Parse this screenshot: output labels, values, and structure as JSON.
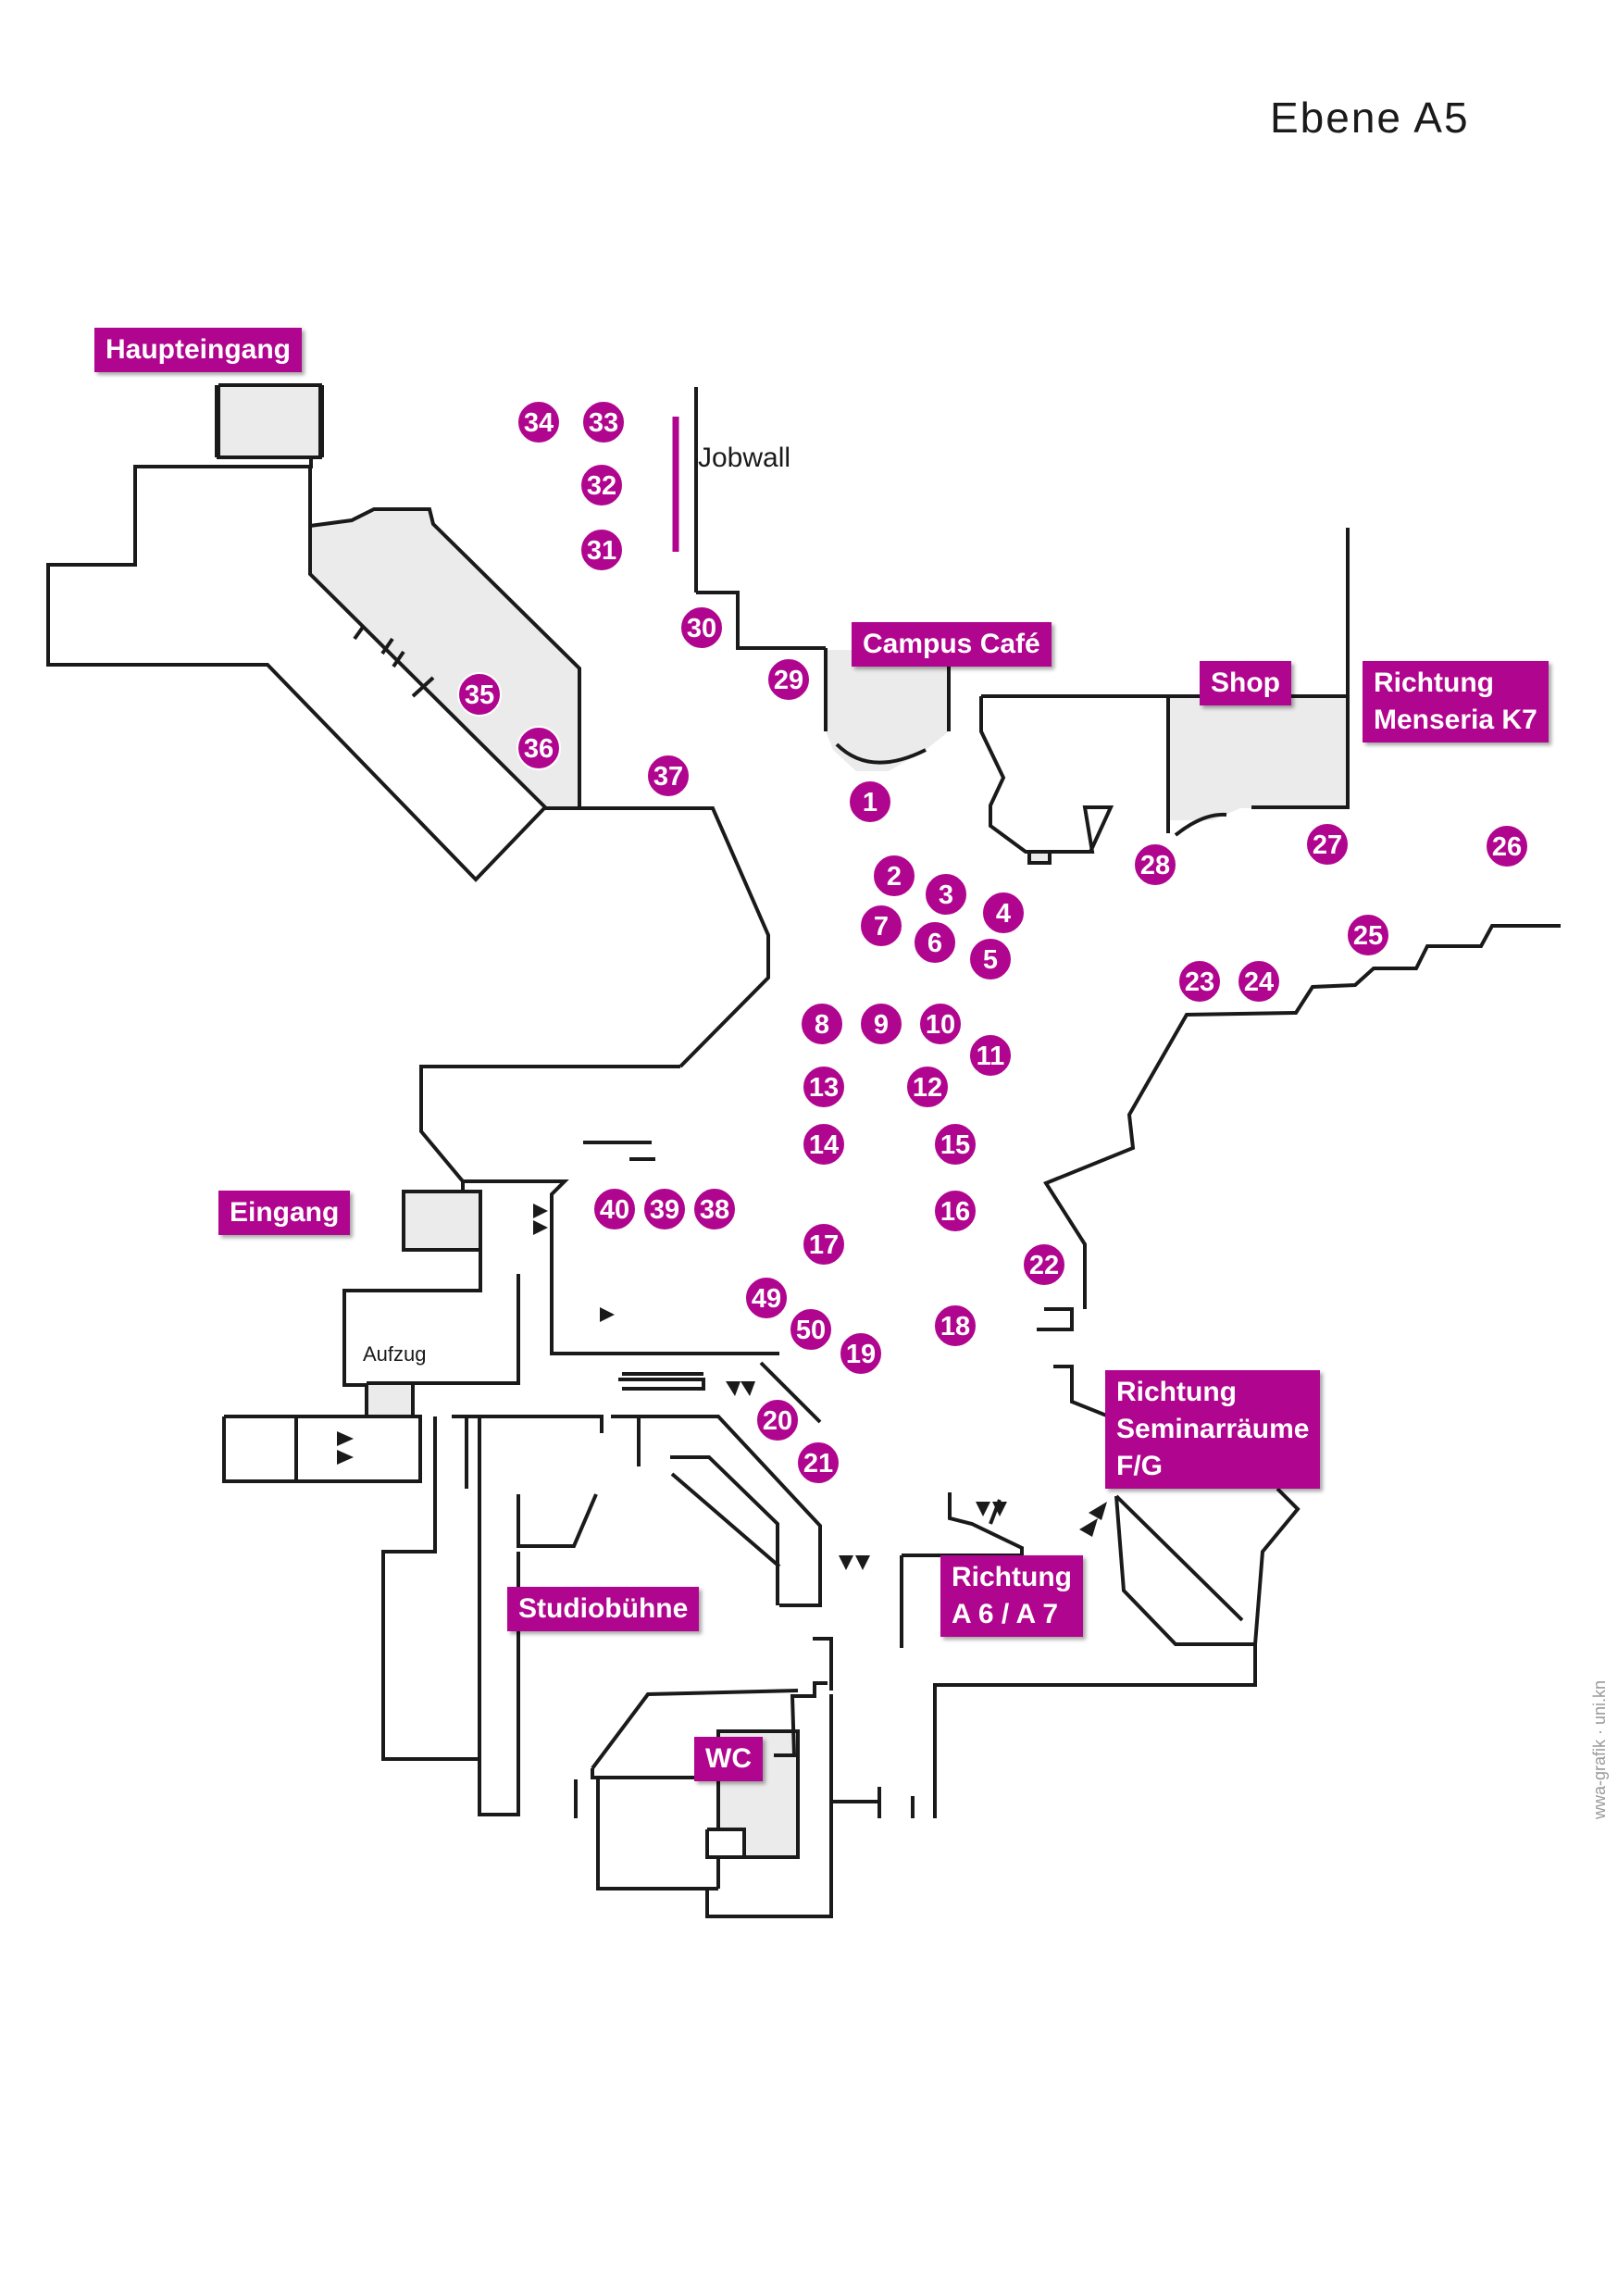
{
  "title": "Ebene A5",
  "labels": {
    "haupteingang": "Haupteingang",
    "campus_cafe": "Campus Café",
    "shop": "Shop",
    "richtung_menseria": "Richtung\nMenseria K7",
    "eingang": "Eingang",
    "richtung_seminar": "Richtung\nSeminarräume\nF/G",
    "richtung_a6a7": "Richtung\nA 6 / A 7",
    "studiobuehne": "Studiobühne",
    "wc": "WC"
  },
  "annotations": {
    "jobwall": "Jobwall",
    "aufzug": "Aufzug"
  },
  "credit": "wwa-grafik · uni.kn",
  "marker_numbers": [
    "1",
    "2",
    "3",
    "4",
    "5",
    "6",
    "7",
    "8",
    "9",
    "10",
    "11",
    "12",
    "13",
    "14",
    "15",
    "16",
    "17",
    "18",
    "19",
    "20",
    "21",
    "22",
    "23",
    "24",
    "25",
    "26",
    "27",
    "28",
    "29",
    "30",
    "31",
    "32",
    "33",
    "34",
    "35",
    "36",
    "37",
    "38",
    "39",
    "40",
    "49",
    "50"
  ],
  "colors": {
    "accent": "#b0058e",
    "walls": "#1a1a1a",
    "room_fill": "#ebebeb"
  }
}
